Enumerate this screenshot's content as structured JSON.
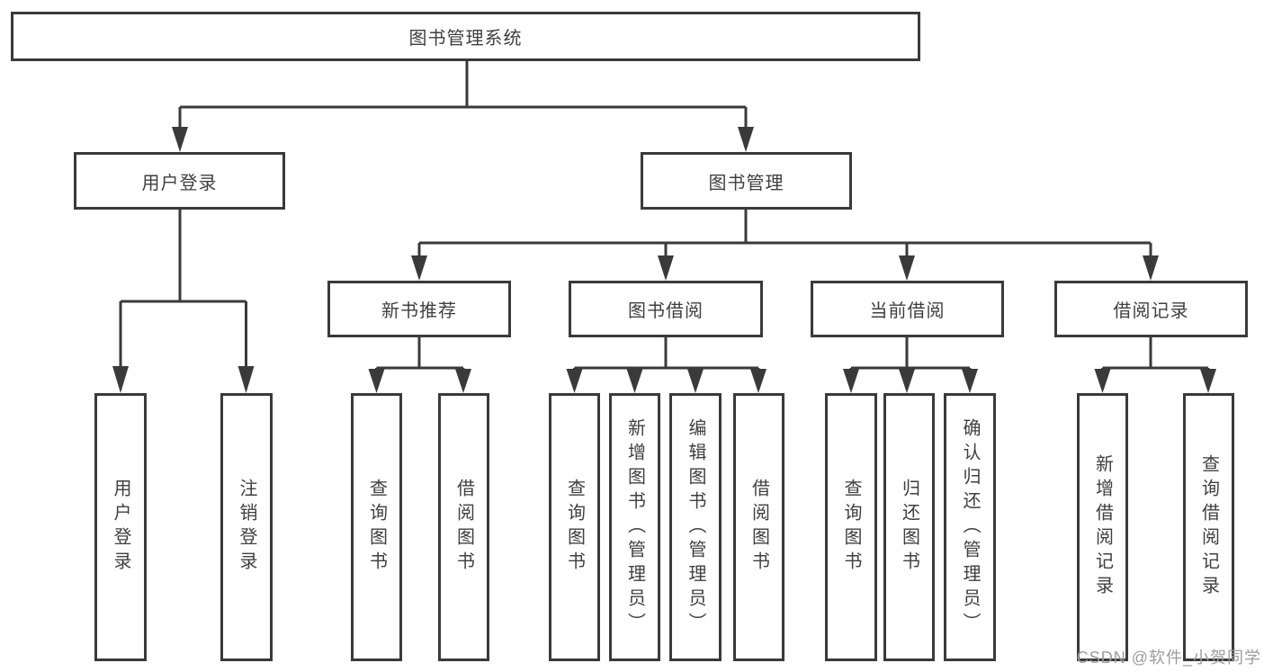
{
  "diagram": {
    "root": "图书管理系统",
    "level2": {
      "user_login": "用户登录",
      "book_management": "图书管理"
    },
    "level3": {
      "new_book_recommend": "新书推荐",
      "book_borrowing": "图书借阅",
      "current_borrowing": "当前借阅",
      "borrowing_records": "借阅记录"
    },
    "leaves": {
      "user_login": "用户登录",
      "logout_login": "注销登录",
      "rec_query_books": "查询图书",
      "rec_borrow_books": "借阅图书",
      "bor_query_books": "查询图书",
      "bor_add_books": "新增图书（管理员）",
      "bor_edit_books": "编辑图书（管理员）",
      "bor_borrow_books": "借阅图书",
      "cur_query_books": "查询图书",
      "cur_return_books": "归还图书",
      "cur_confirm_return": "确认归还（管理员）",
      "log_add_record": "新增借阅记录",
      "log_query_record": "查询借阅记录"
    }
  },
  "watermark": "CSDN @软件_小贺同学",
  "colors": {
    "line": "#3a3a3a",
    "text": "#3f3f3f",
    "watermark": "#9c9c9c",
    "background": "#ffffff"
  }
}
